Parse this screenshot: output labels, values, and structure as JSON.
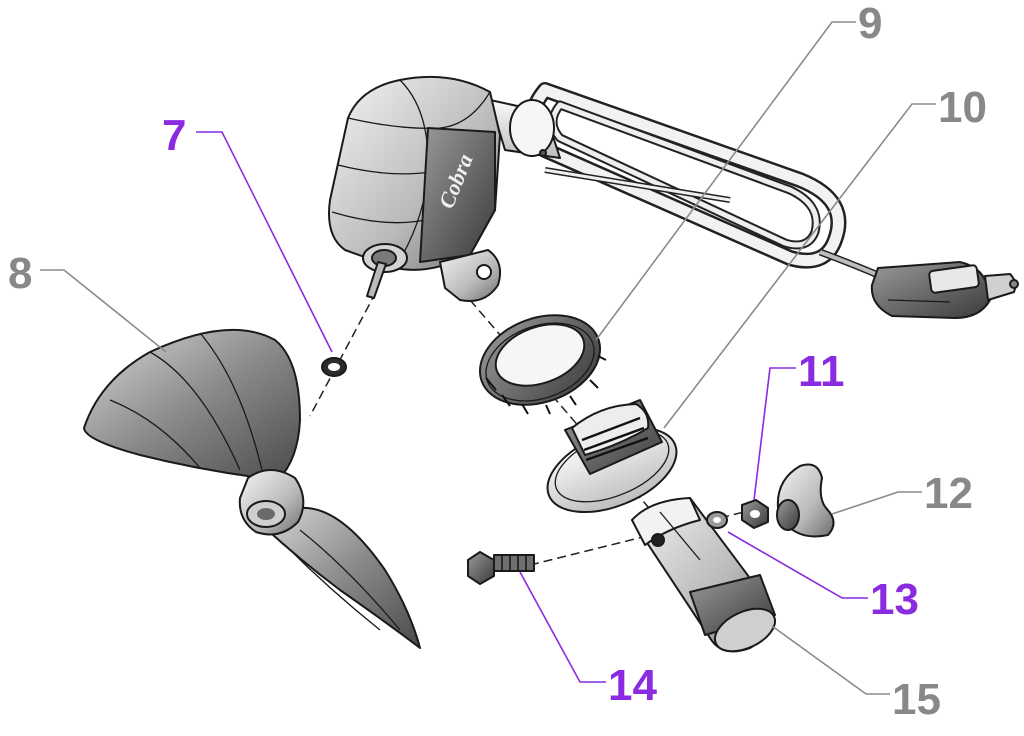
{
  "diagram": {
    "brand_mark": "Cobra",
    "callouts": [
      {
        "id": "c7",
        "label": "7",
        "color": "#8a2be2"
      },
      {
        "id": "c8",
        "label": "8",
        "color": "#888888"
      },
      {
        "id": "c9",
        "label": "9",
        "color": "#888888"
      },
      {
        "id": "c10",
        "label": "10",
        "color": "#888888"
      },
      {
        "id": "c11",
        "label": "11",
        "color": "#8a2be2"
      },
      {
        "id": "c12",
        "label": "12",
        "color": "#888888"
      },
      {
        "id": "c13",
        "label": "13",
        "color": "#8a2be2"
      },
      {
        "id": "c14",
        "label": "14",
        "color": "#8a2be2"
      },
      {
        "id": "c15",
        "label": "15",
        "color": "#888888"
      }
    ]
  }
}
